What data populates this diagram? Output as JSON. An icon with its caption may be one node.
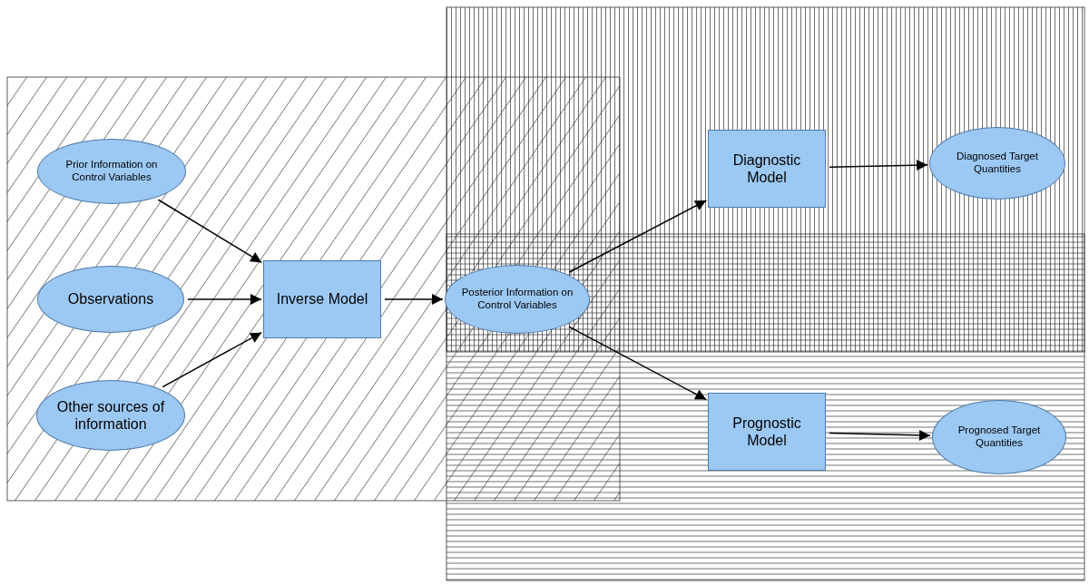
{
  "diagram": {
    "nodes": [
      {
        "text": [
          "Prior Information on Control Variables"
        ]
      },
      {
        "text": [
          "Observations"
        ]
      },
      {
        "text": [
          "Other sources of information"
        ]
      },
      {
        "text": [
          "Inverse Model"
        ]
      },
      {
        "text": [
          "Posterior Information on Control Variables"
        ]
      },
      {
        "text": [
          "Diagnostic Model"
        ]
      },
      {
        "text": [
          "Diagnosed Target Quantities"
        ]
      },
      {
        "text": [
          "Prognostic Model"
        ]
      },
      {
        "text": [
          "Prognosed Target Quantities"
        ]
      }
    ],
    "edges": [
      {
        "from": 0,
        "to": 3,
        "arrow": "to"
      },
      {
        "from": 1,
        "to": 3,
        "arrow": "to"
      },
      {
        "from": 2,
        "to": 3,
        "arrow": "to"
      },
      {
        "from": 3,
        "to": 4,
        "arrow": "to"
      },
      {
        "from": 4,
        "to": 5,
        "arrow": "to"
      },
      {
        "from": 4,
        "to": 7,
        "arrow": "to"
      },
      {
        "from": 5,
        "to": 6,
        "arrow": "to"
      },
      {
        "from": 7,
        "to": 8,
        "arrow": "to"
      }
    ]
  }
}
